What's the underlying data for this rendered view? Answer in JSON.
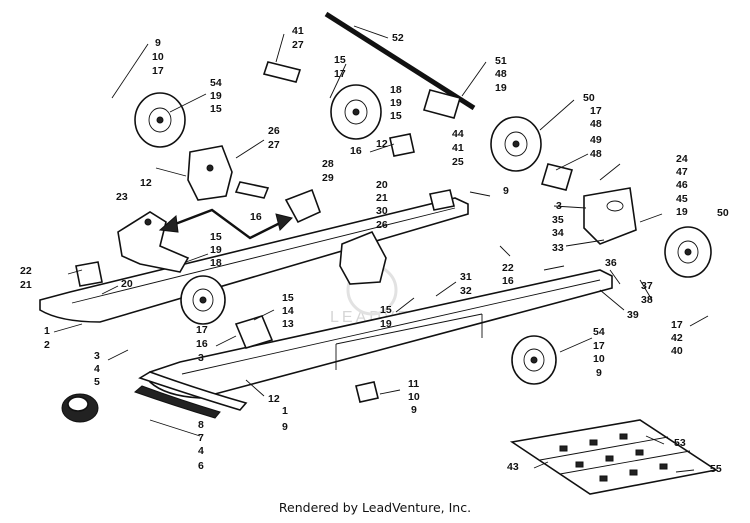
{
  "footer": "Rendered by LeadVenture, Inc.",
  "watermark": "LEADVENTURE",
  "callouts": [
    {
      "id": "c1",
      "text": "9"
    },
    {
      "id": "c2",
      "text": "10"
    },
    {
      "id": "c3",
      "text": "17"
    },
    {
      "id": "c4",
      "text": "54"
    },
    {
      "id": "c5",
      "text": "19"
    },
    {
      "id": "c6",
      "text": "15"
    },
    {
      "id": "c7",
      "text": "41"
    },
    {
      "id": "c8",
      "text": "27"
    },
    {
      "id": "c9",
      "text": "15"
    },
    {
      "id": "c10",
      "text": "17"
    },
    {
      "id": "c11",
      "text": "52"
    },
    {
      "id": "c12",
      "text": "51"
    },
    {
      "id": "c13",
      "text": "48"
    },
    {
      "id": "c14",
      "text": "19"
    },
    {
      "id": "c15",
      "text": "18"
    },
    {
      "id": "c16",
      "text": "19"
    },
    {
      "id": "c17",
      "text": "15"
    },
    {
      "id": "c18",
      "text": "50"
    },
    {
      "id": "c19",
      "text": "17"
    },
    {
      "id": "c20",
      "text": "48"
    },
    {
      "id": "c21",
      "text": "49"
    },
    {
      "id": "c22",
      "text": "48"
    },
    {
      "id": "c23",
      "text": "26"
    },
    {
      "id": "c24",
      "text": "27"
    },
    {
      "id": "c25",
      "text": "44"
    },
    {
      "id": "c26",
      "text": "16"
    },
    {
      "id": "c27",
      "text": "12"
    },
    {
      "id": "c28",
      "text": "41"
    },
    {
      "id": "c29",
      "text": "25"
    },
    {
      "id": "c30",
      "text": "12"
    },
    {
      "id": "c31",
      "text": "28"
    },
    {
      "id": "c32",
      "text": "29"
    },
    {
      "id": "c33",
      "text": "20"
    },
    {
      "id": "c34",
      "text": "9"
    },
    {
      "id": "c35",
      "text": "24"
    },
    {
      "id": "c36",
      "text": "47"
    },
    {
      "id": "c37",
      "text": "46"
    },
    {
      "id": "c38",
      "text": "45"
    },
    {
      "id": "c39",
      "text": "19"
    },
    {
      "id": "c40",
      "text": "23"
    },
    {
      "id": "c41",
      "text": "16"
    },
    {
      "id": "c42",
      "text": "21"
    },
    {
      "id": "c43",
      "text": "30"
    },
    {
      "id": "c44",
      "text": "26"
    },
    {
      "id": "c45",
      "text": "3"
    },
    {
      "id": "c46",
      "text": "35"
    },
    {
      "id": "c47",
      "text": "34"
    },
    {
      "id": "c48",
      "text": "33"
    },
    {
      "id": "c49",
      "text": "50"
    },
    {
      "id": "c50",
      "text": "15"
    },
    {
      "id": "c51",
      "text": "19"
    },
    {
      "id": "c52",
      "text": "18"
    },
    {
      "id": "c53",
      "text": "22"
    },
    {
      "id": "c54",
      "text": "21"
    },
    {
      "id": "c55",
      "text": "20"
    },
    {
      "id": "c56",
      "text": "22"
    },
    {
      "id": "c57",
      "text": "16"
    },
    {
      "id": "c58",
      "text": "36"
    },
    {
      "id": "c59",
      "text": "37"
    },
    {
      "id": "c60",
      "text": "38"
    },
    {
      "id": "c61",
      "text": "39"
    },
    {
      "id": "c62",
      "text": "31"
    },
    {
      "id": "c63",
      "text": "32"
    },
    {
      "id": "c64",
      "text": "15"
    },
    {
      "id": "c65",
      "text": "19"
    },
    {
      "id": "c66",
      "text": "15"
    },
    {
      "id": "c67",
      "text": "14"
    },
    {
      "id": "c68",
      "text": "13"
    },
    {
      "id": "c69",
      "text": "1"
    },
    {
      "id": "c70",
      "text": "2"
    },
    {
      "id": "c71",
      "text": "17"
    },
    {
      "id": "c72",
      "text": "16"
    },
    {
      "id": "c73",
      "text": "3"
    },
    {
      "id": "c74",
      "text": "3"
    },
    {
      "id": "c75",
      "text": "4"
    },
    {
      "id": "c76",
      "text": "5"
    },
    {
      "id": "c77",
      "text": "54"
    },
    {
      "id": "c78",
      "text": "17"
    },
    {
      "id": "c79",
      "text": "10"
    },
    {
      "id": "c80",
      "text": "9"
    },
    {
      "id": "c81",
      "text": "17"
    },
    {
      "id": "c82",
      "text": "42"
    },
    {
      "id": "c83",
      "text": "40"
    },
    {
      "id": "c84",
      "text": "11"
    },
    {
      "id": "c85",
      "text": "10"
    },
    {
      "id": "c86",
      "text": "9"
    },
    {
      "id": "c87",
      "text": "12"
    },
    {
      "id": "c88",
      "text": "1"
    },
    {
      "id": "c89",
      "text": "9"
    },
    {
      "id": "c90",
      "text": "8"
    },
    {
      "id": "c91",
      "text": "7"
    },
    {
      "id": "c92",
      "text": "4"
    },
    {
      "id": "c93",
      "text": "6"
    },
    {
      "id": "c94",
      "text": "53"
    },
    {
      "id": "c95",
      "text": "43"
    },
    {
      "id": "c96",
      "text": "55"
    }
  ]
}
